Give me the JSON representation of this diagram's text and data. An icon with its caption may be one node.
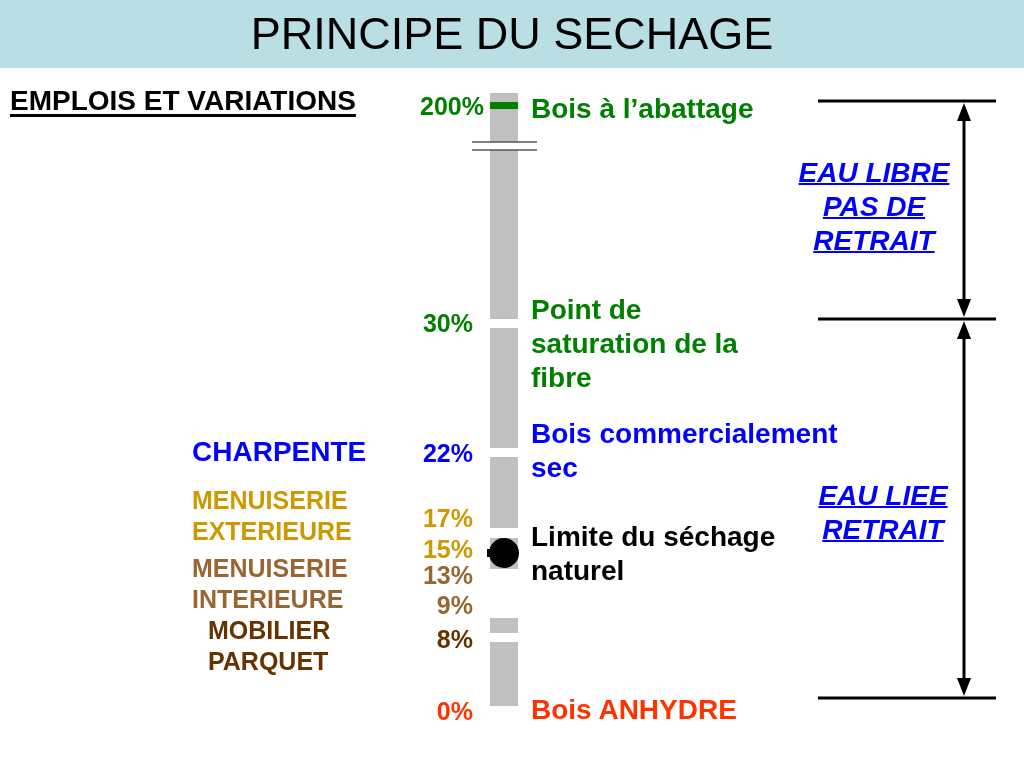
{
  "diagram": {
    "title": "PRINCIPE DU SECHAGE",
    "labels": [
      "EMPLOIS ET VARIATIONS",
      "200%",
      "Bois à l’abattage",
      "EAU LIBRE PAS DE RETRAIT",
      "Point de saturation de la fibre",
      "30%",
      "Bois commercialement sec",
      "CHARPENTE",
      "22%",
      "MENUISERIE EXTERIEURE",
      "EAU LIEE RETRAIT",
      "17%",
      "Limite du séchage naturel",
      "15%",
      "MENUISERIE INTERIEURE",
      "13%",
      "9%",
      "MOBILIER PARQUET",
      "8%",
      "0%",
      "Bois ANHYDRE"
    ]
  }
}
